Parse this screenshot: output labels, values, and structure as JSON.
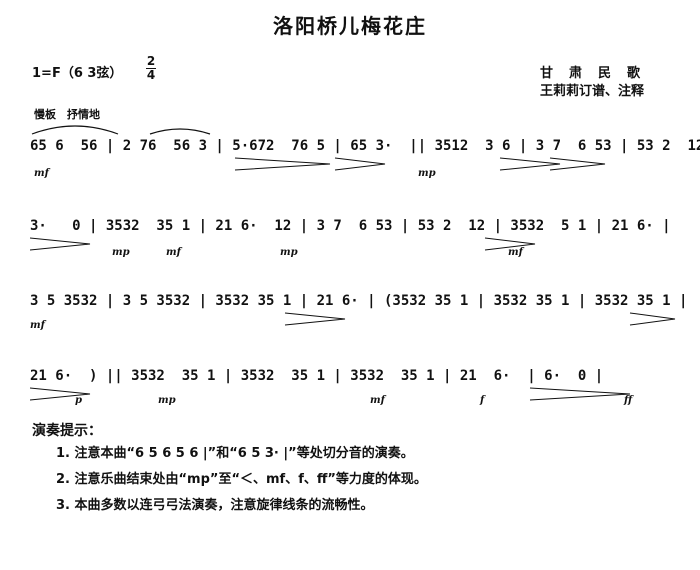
{
  "header": {
    "title": "洛阳桥儿梅花庄",
    "key": "1=F（6  3弦）",
    "meter_top": "2",
    "meter_bottom": "4",
    "origin": "甘肃民歌",
    "editor": "王莉莉订谱、注释",
    "tempo": "慢板　抒情地"
  },
  "score": {
    "line1": "65 6  56 | 2 76  56 3 | 5·672  76 5 | 65 3·  || 3512  3 6 | 3 7  6 53 | 53 2  12 |",
    "line2": "3·   0 | 3532  35 1 | 21 6·  12 | 3 7  6 53 | 53 2  12 | 3532  5 1 | 21 6· |",
    "line3": "3 5 3532 | 3 5 3532 | 3532 35 1 | 21 6· | (3532 35 1 | 3532 35 1 | 3532 35 1 |",
    "line4": "21 6·  ) || 3532  35 1 | 3532  35 1 | 3532  35 1 | 21  6·  | 6·  0 |",
    "dynamics": [
      "mf",
      "mp",
      "mp",
      "mf",
      "mp",
      "mf",
      "mf",
      "p",
      "mp",
      "mf",
      "f",
      "ff"
    ]
  },
  "tips": {
    "title": "演奏提示：",
    "items": [
      "1. 注意本曲“6 5  6  5 6 |”和“6 5  3·  |”等处切分音的演奏。",
      "2. 注意乐曲结束处由“mp”至“＜、mf、f、ff”等力度的体现。",
      "3. 本曲多数以连弓弓法演奏，注意旋律线条的流畅性。"
    ]
  }
}
